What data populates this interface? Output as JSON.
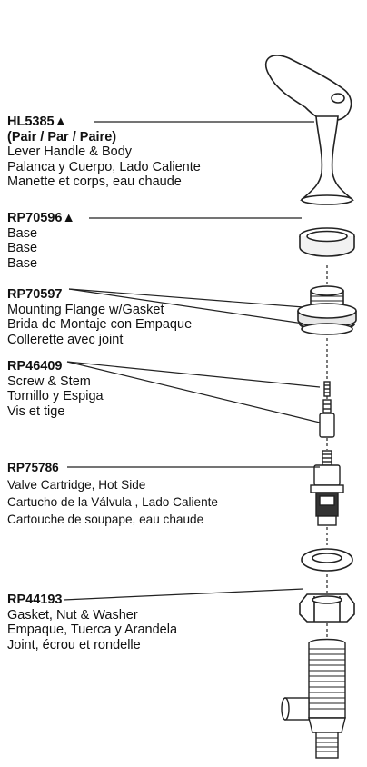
{
  "parts": [
    {
      "code": "HL5385▲",
      "subtitle": "(Pair / Par / Paire)",
      "lines": [
        "Lever Handle & Body",
        "Palanca y Cuerpo, Lado Caliente",
        "Manette et corps, eau chaude"
      ]
    },
    {
      "code": "RP70596▲",
      "lines": [
        "Base",
        "Base",
        "Base"
      ]
    },
    {
      "code": "RP70597",
      "lines": [
        "Mounting Flange w/Gasket",
        "Brida de Montaje con Empaque",
        "Collerette avec joint"
      ]
    },
    {
      "code": "RP46409",
      "lines": [
        "Screw & Stem",
        "Tornillo y Espiga",
        "Vis et tige"
      ]
    },
    {
      "code": "RP75786",
      "lines": [
        "Valve Cartridge, Hot Side",
        "Cartucho de la Válvula , Lado Caliente",
        "Cartouche de soupape, eau chaude"
      ]
    },
    {
      "code": "RP44193",
      "lines": [
        "Gasket, Nut & Washer",
        "Empaque, Tuerca y Arandela",
        "Joint, écrou et rondelle"
      ]
    }
  ]
}
